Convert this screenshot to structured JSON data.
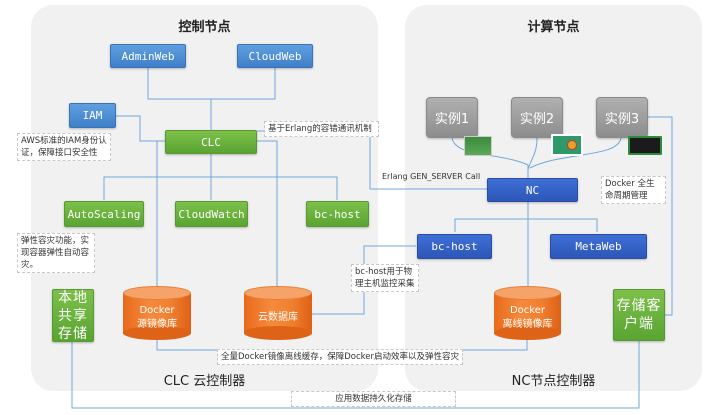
{
  "diagram": {
    "left_panel": {
      "title": "控制节点",
      "footer": "CLC 云控制器",
      "nodes": {
        "admin_web": "AdminWeb",
        "cloud_web": "CloudWeb",
        "iam": "IAM",
        "clc": "CLC",
        "auto_scaling": "AutoScaling",
        "cloud_watch": "CloudWatch",
        "bc_host": "bc-host",
        "local_storage": "本地共享存储",
        "docker_source_repo": [
          "Docker",
          "源镜像库"
        ],
        "cloud_db": "云数据库"
      },
      "notes": {
        "iam_note": "AWS标准的IAM身份认证，保障接口安全性",
        "autoscaling_note": "弹性容灾功能，实现容器弹性自动容灾。"
      }
    },
    "right_panel": {
      "title": "计算节点",
      "footer": "NC节点控制器",
      "nodes": {
        "instance_1": "实例1",
        "instance_2": "实例2",
        "instance_3": "实例3",
        "nc": "NC",
        "bc_host": "bc-host",
        "meta_web": "MetaWeb",
        "docker_offline_repo": [
          "Docker",
          "离线镜像库"
        ],
        "storage_client": "存储客户端"
      },
      "notes": {
        "docker_lifecycle_note": "Docker 全生命周期管理"
      },
      "hardware_icons": [
        "network-card-icon",
        "expansion-card-icon",
        "ssd-icon"
      ]
    },
    "connector_notes": {
      "erlang_fault_tolerance": "基于Erlang的容错通讯机制",
      "erlang_gen_server": "Erlang GEN_SERVER Call",
      "bc_host_monitor": "bc-host用于物理主机监控采集",
      "docker_offline_cache": "全量Docker镜像离线缓存，保障Docker启动效率以及弹性容灾",
      "persistent_storage": "应用数据持久化存储"
    },
    "colors": {
      "panel_bg": "#f1f1f1",
      "blue_node": "#4a8bd4",
      "dark_blue_node": "#3561c6",
      "green_node": "#6db33f",
      "grey_node": "#9e9e9e",
      "orange_db": "#f0802f",
      "connector": "#6fa8dc"
    }
  }
}
